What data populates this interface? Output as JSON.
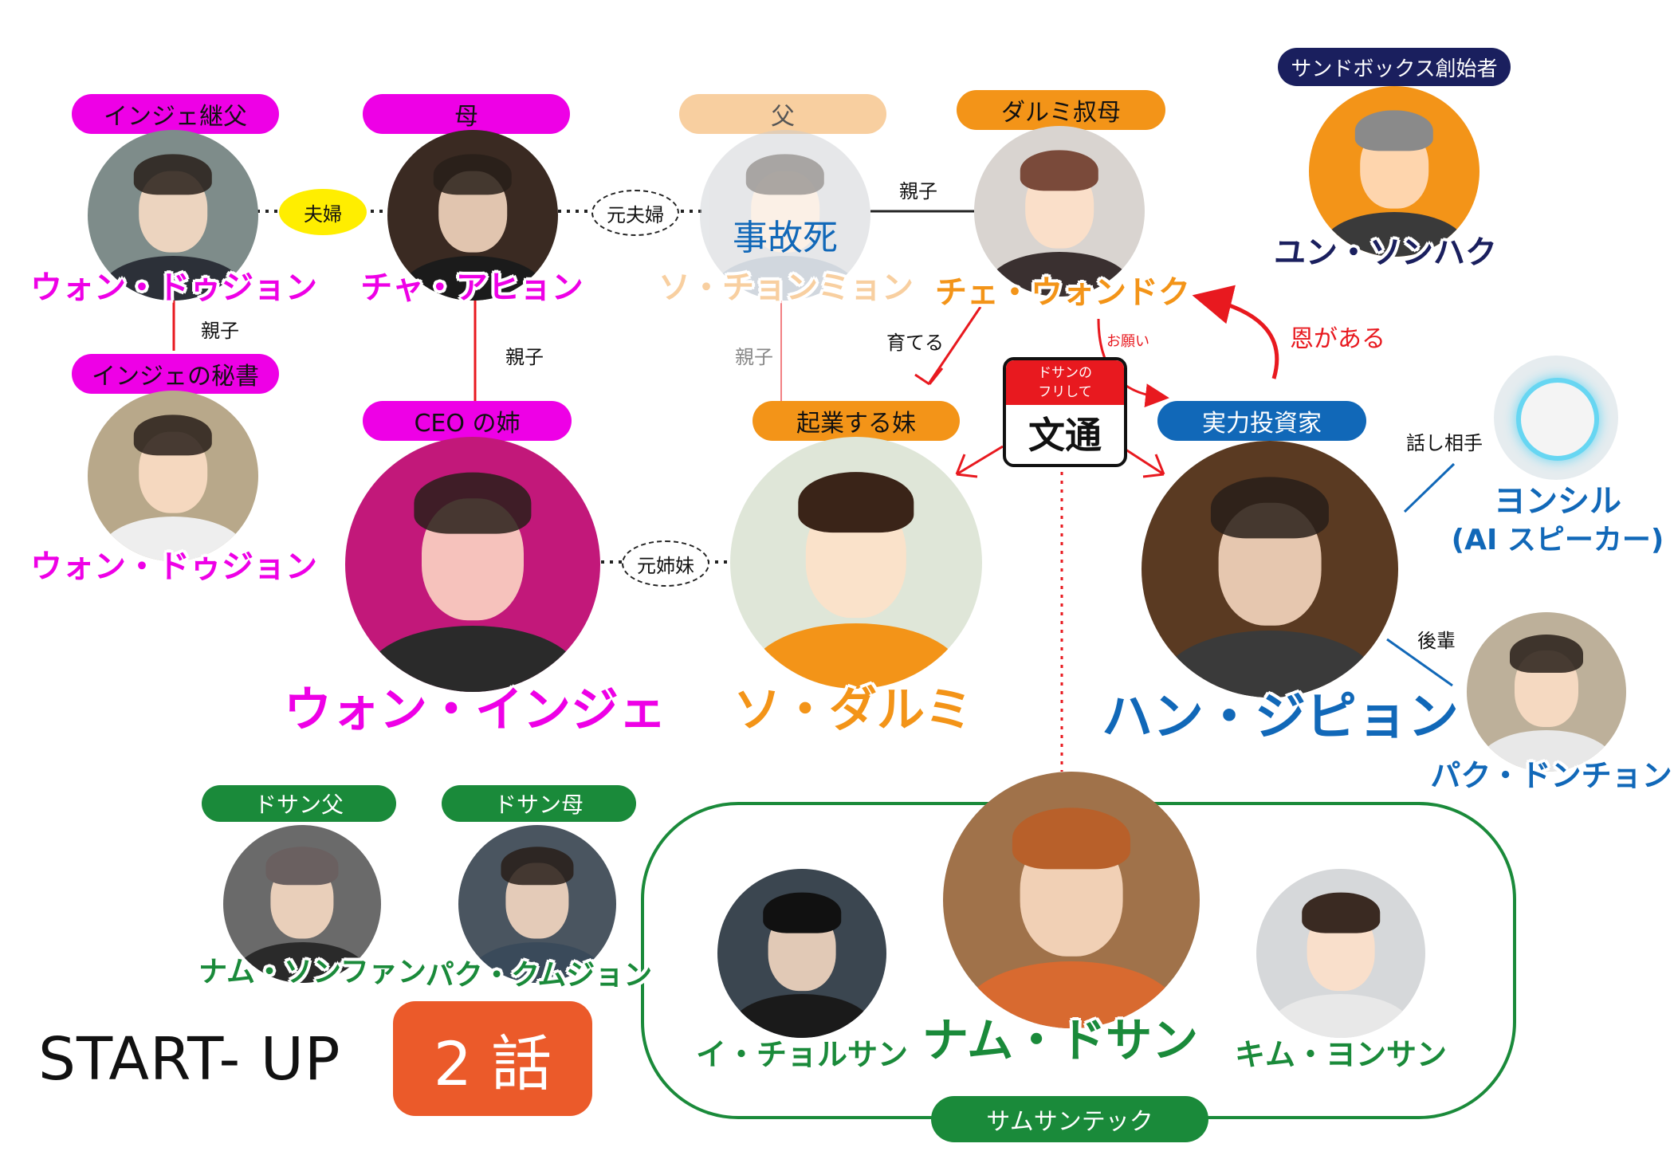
{
  "colors": {
    "magenta": "#ee00e6",
    "orange": "#f39418",
    "light_orange": "#f8cfa0",
    "blue": "#1168b8",
    "navy": "#1a1f5e",
    "green": "#1a8a3a",
    "red": "#e8191f",
    "title_badge": "#eb5a2a"
  },
  "people": {
    "inje_stepfather": {
      "tag": "インジェ継父",
      "name": "ウォン・ドゥジョン",
      "icon": "portrait-icon"
    },
    "mother": {
      "tag": "母",
      "name": "チャ・アヒョン",
      "icon": "portrait-icon"
    },
    "father": {
      "tag": "父",
      "name": "ソ・チョンミョン",
      "note": "事故死",
      "icon": "portrait-icon"
    },
    "aunt": {
      "tag": "ダルミ叔母",
      "name": "チェ・ウォンドク",
      "icon": "portrait-icon"
    },
    "founder": {
      "tag": "サンドボックス創始者",
      "name": "ユン・ソンハク",
      "icon": "portrait-icon"
    },
    "secretary": {
      "tag": "インジェの秘書",
      "name": "ウォン・ドゥジョン",
      "icon": "portrait-icon"
    },
    "inje": {
      "tag": "CEO の姉",
      "name": "ウォン・インジェ",
      "icon": "portrait-icon"
    },
    "dalmi": {
      "tag": "起業する妹",
      "name": "ソ・ダルミ",
      "icon": "portrait-icon"
    },
    "jipyeong": {
      "tag": "実力投資家",
      "name": "ハン・ジピョン",
      "icon": "portrait-icon"
    },
    "yongsil": {
      "name_line1": "ヨンシル",
      "name_line2": "(AI スピーカー)",
      "icon": "speaker-icon"
    },
    "dongcheon": {
      "name": "パク・ドンチョン",
      "icon": "portrait-icon"
    },
    "dosan_father": {
      "tag": "ドサン父",
      "name": "ナム・ソンファン",
      "icon": "portrait-icon"
    },
    "dosan_mother": {
      "tag": "ドサン母",
      "name": "パク・クムジョン",
      "icon": "portrait-icon"
    },
    "chulsan": {
      "name": "イ・チョルサン",
      "icon": "portrait-icon"
    },
    "dosan": {
      "name": "ナム・ドサン",
      "icon": "portrait-icon"
    },
    "yongsan": {
      "name": "キム・ヨンサン",
      "icon": "portrait-icon"
    }
  },
  "relations": {
    "married": "夫婦",
    "ex_married": "元夫婦",
    "ex_sisters": "元姉妹",
    "parent_child": "親子",
    "raises": "育てる",
    "request": "お願い",
    "owes": "恩がある",
    "talk_partner": "話し相手",
    "junior": "後輩"
  },
  "letter": {
    "small_line1": "ドサンの",
    "small_line2": "フリして",
    "main": "文通"
  },
  "group": {
    "label": "サムサンテック"
  },
  "title": {
    "text": "START- UP",
    "episode": "2 話"
  }
}
